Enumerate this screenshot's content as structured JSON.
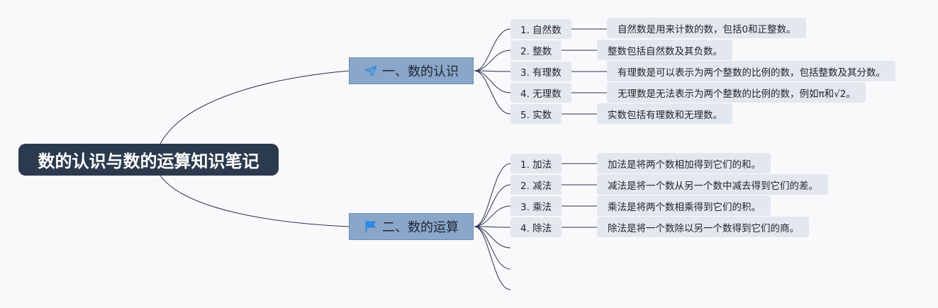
{
  "root": {
    "title": "数的认识与数的运算知识笔记"
  },
  "branches": [
    {
      "title": "一、数的认识",
      "icon": "paper-plane-icon",
      "items": [
        {
          "label": "1. 自然数",
          "desc": "自然数是用来计数的数，包括0和正整数。"
        },
        {
          "label": "2. 整数",
          "desc": "整数包括自然数及其负数。"
        },
        {
          "label": "3. 有理数",
          "desc": "有理数是可以表示为两个整数的比例的数，包括整数及其分数。"
        },
        {
          "label": "4. 无理数",
          "desc": "无理数是无法表示为两个整数的比例的数，例如π和√2。"
        },
        {
          "label": "5. 实数",
          "desc": "实数包括有理数和无理数。"
        }
      ]
    },
    {
      "title": "二、数的运算",
      "icon": "flag-icon",
      "items": [
        {
          "label": "1. 加法",
          "desc": "加法是将两个数相加得到它们的和。"
        },
        {
          "label": "2. 减法",
          "desc": "减法是将一个数从另一个数中减去得到它们的差。"
        },
        {
          "label": "3. 乘法",
          "desc": "乘法是将两个数相乘得到它们的积。"
        },
        {
          "label": "4. 除法",
          "desc": "除法是将一个数除以另一个数得到它们的商。"
        }
      ]
    }
  ],
  "colors": {
    "root_bg": "#2c3a4d",
    "branch_bg": "#8aa6c9",
    "node_bg": "#e3e8ef",
    "line": "#2c3150",
    "icon": "#2f8ae0"
  }
}
